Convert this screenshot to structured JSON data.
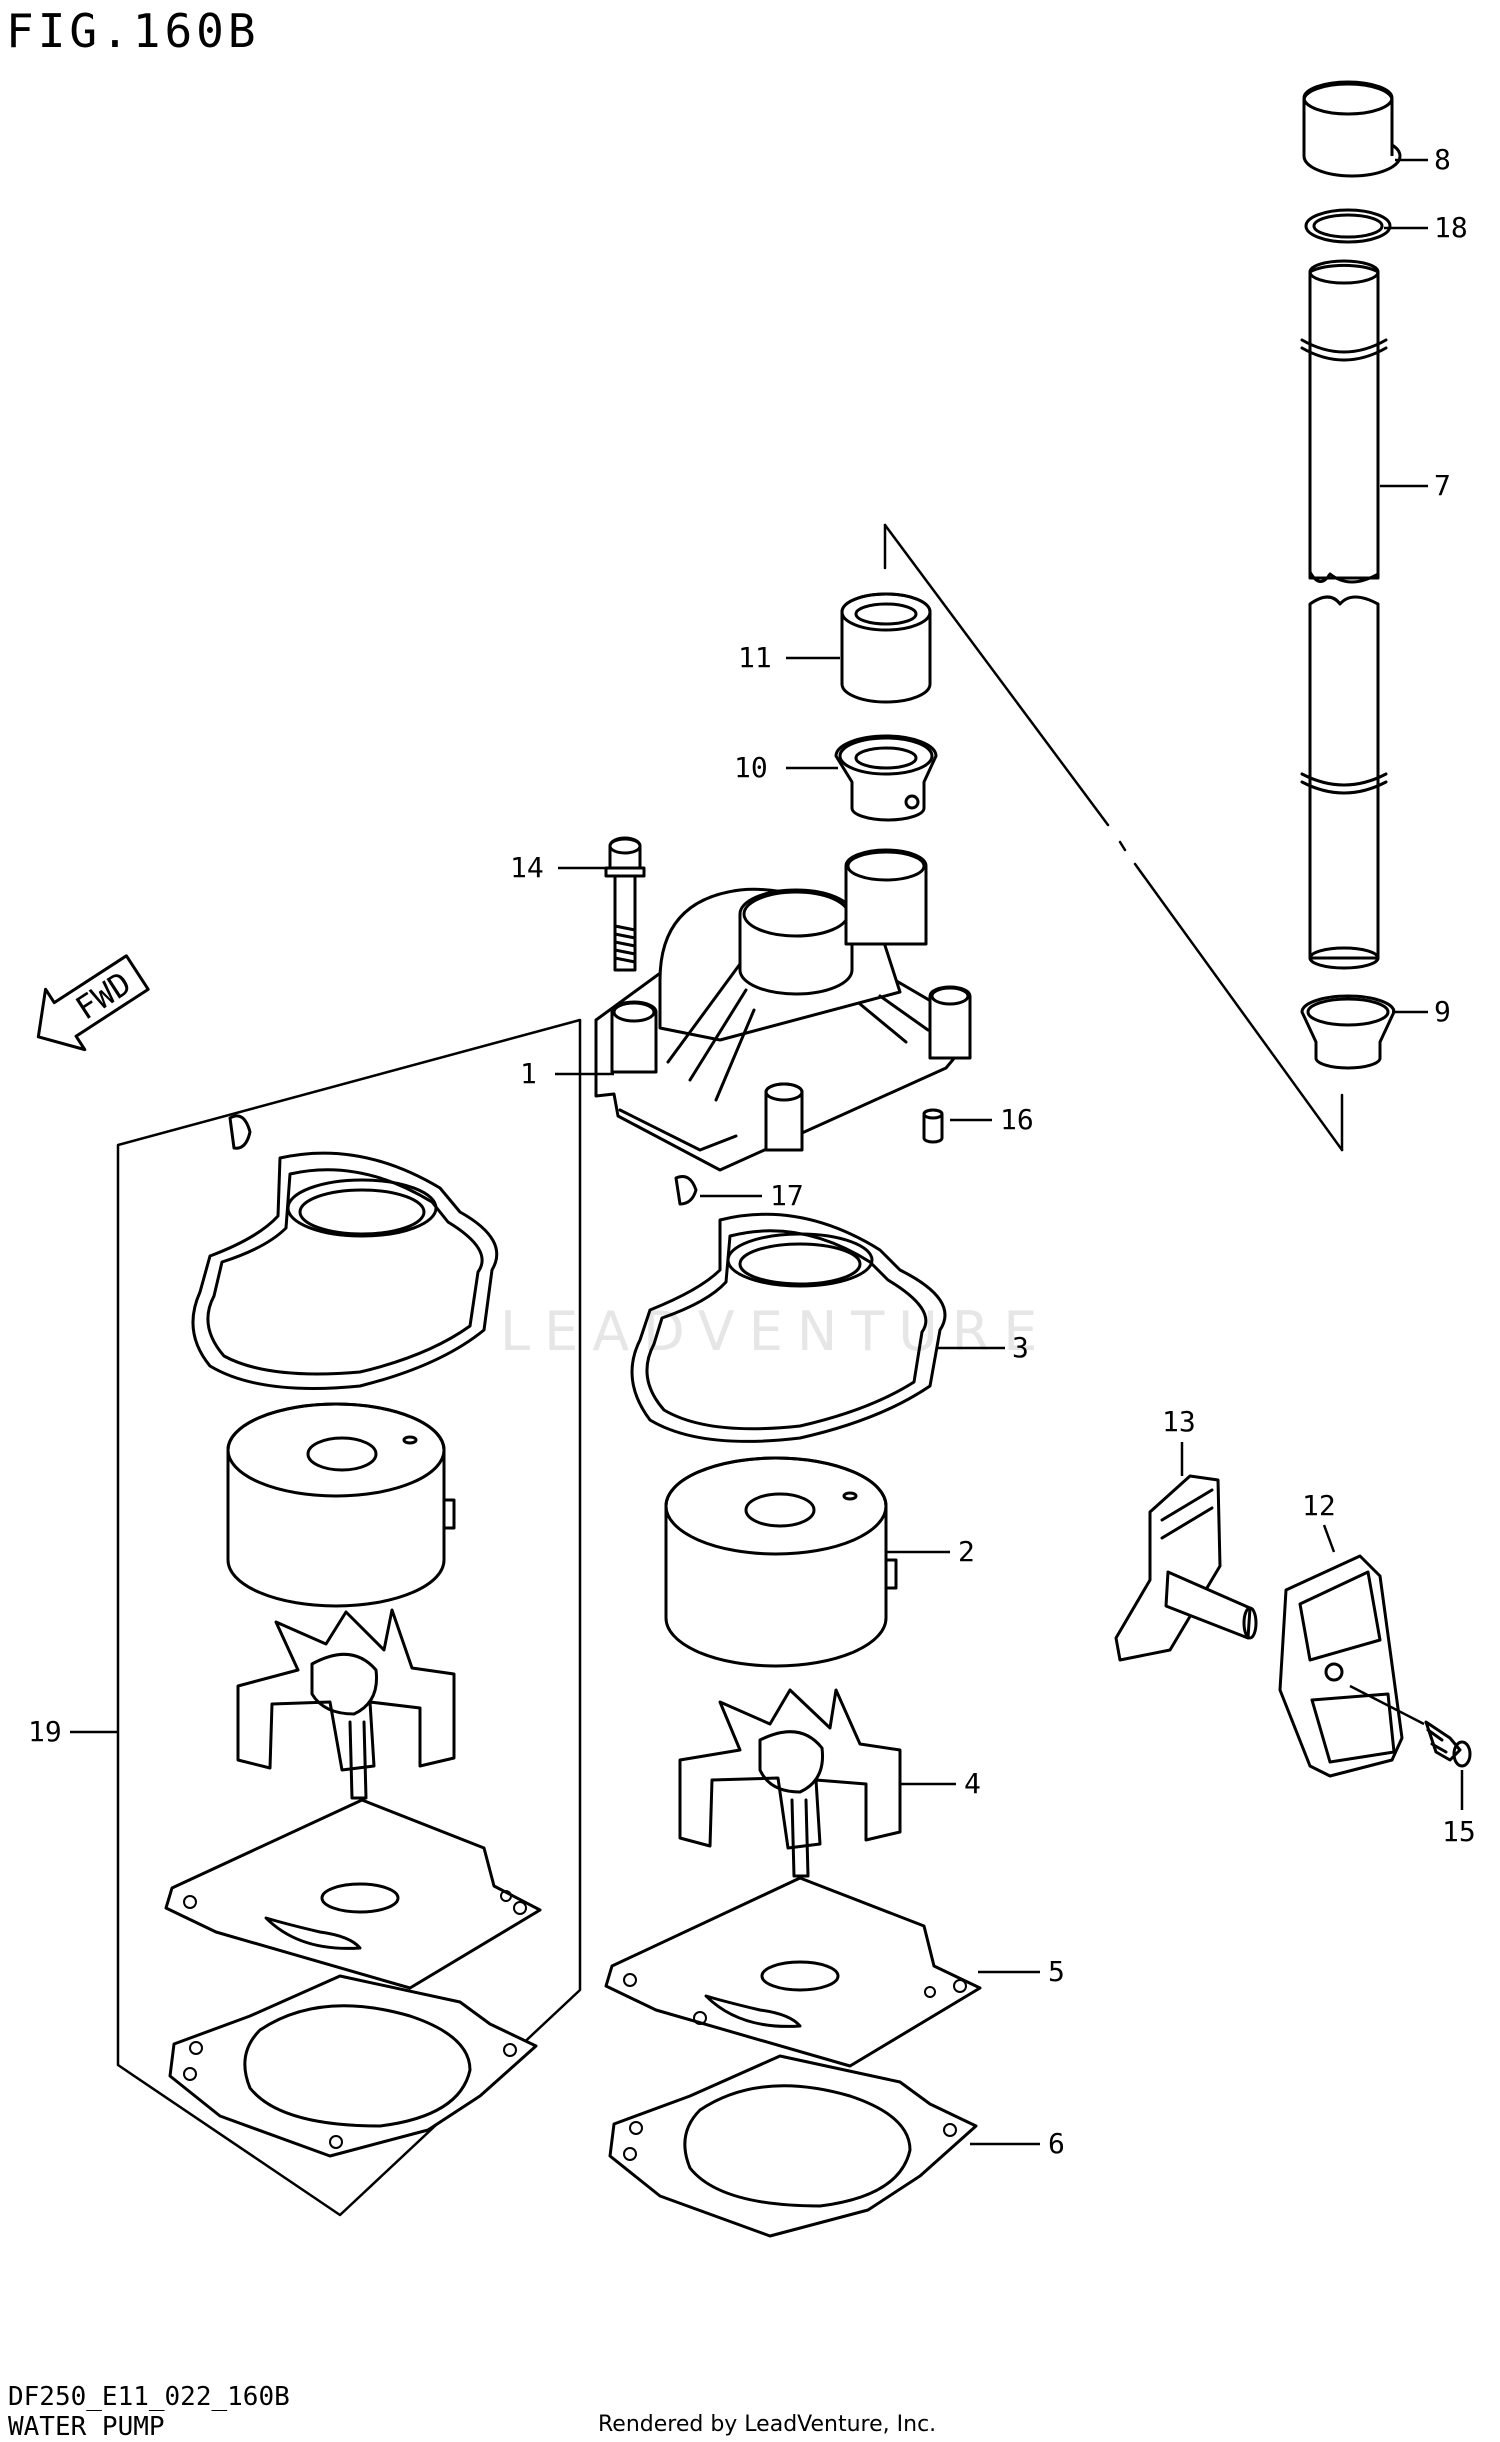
{
  "figure": {
    "title": "FIG.160B",
    "code": "DF250_E11_022_160B",
    "name": "WATER PUMP"
  },
  "fwd_label": "FWD",
  "rendered_by": "Rendered by LeadVenture, Inc.",
  "watermark": "LEADVENTURE",
  "callouts": [
    {
      "id": "1",
      "label": "1"
    },
    {
      "id": "2",
      "label": "2"
    },
    {
      "id": "3",
      "label": "3"
    },
    {
      "id": "4",
      "label": "4"
    },
    {
      "id": "5",
      "label": "5"
    },
    {
      "id": "6",
      "label": "6"
    },
    {
      "id": "7",
      "label": "7"
    },
    {
      "id": "8",
      "label": "8"
    },
    {
      "id": "9",
      "label": "9"
    },
    {
      "id": "10",
      "label": "10"
    },
    {
      "id": "11",
      "label": "11"
    },
    {
      "id": "12",
      "label": "12"
    },
    {
      "id": "13",
      "label": "13"
    },
    {
      "id": "14",
      "label": "14"
    },
    {
      "id": "15",
      "label": "15"
    },
    {
      "id": "16",
      "label": "16"
    },
    {
      "id": "17",
      "label": "17"
    },
    {
      "id": "18",
      "label": "18"
    },
    {
      "id": "19",
      "label": "19"
    }
  ]
}
